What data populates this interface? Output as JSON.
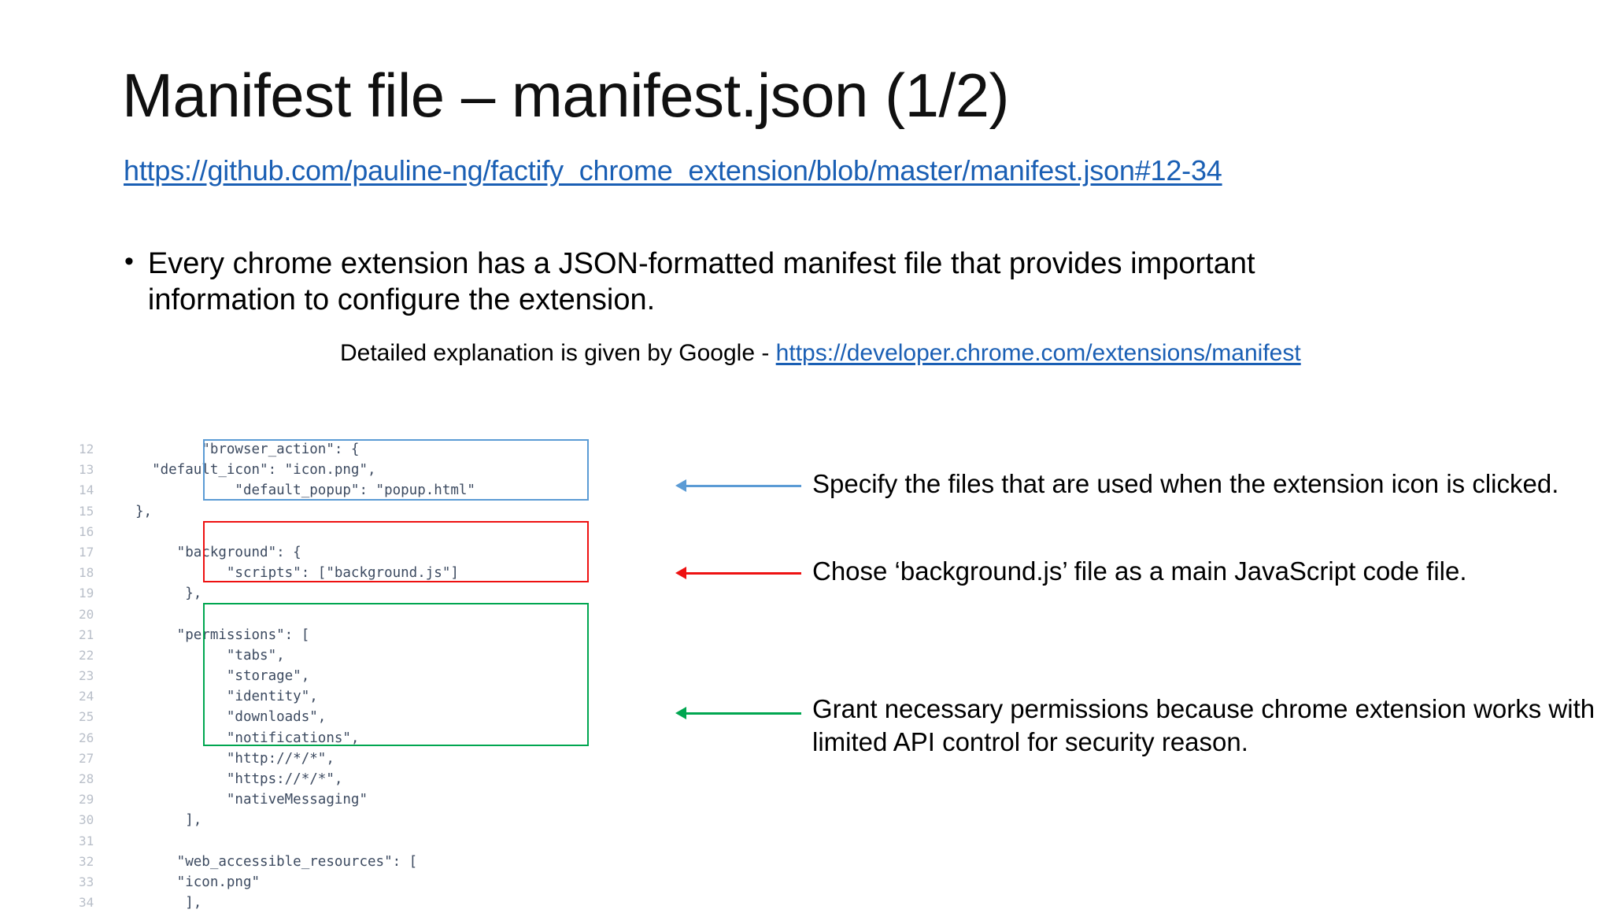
{
  "slide": {
    "title": "Manifest file – manifest.json (1/2)",
    "title_link": "https://github.com/pauline-ng/factify_chrome_extension/blob/master/manifest.json#12-34",
    "bullet_marker": "•",
    "bullet_text": "Every chrome extension has a JSON-formatted manifest file that provides important information to configure the extension.",
    "subnote_prefix": "Detailed explanation is given by Google - ",
    "subnote_link": "https://developer.chrome.com/extensions/manifest"
  },
  "code": {
    "lines": [
      {
        "number": "12",
        "text": "        \"browser_action\": {"
      },
      {
        "number": "13",
        "text": "  \"default_icon\": \"icon.png\","
      },
      {
        "number": "14",
        "text": "            \"default_popup\": \"popup.html\""
      },
      {
        "number": "15",
        "text": "},"
      },
      {
        "number": "16",
        "text": ""
      },
      {
        "number": "17",
        "text": "     \"background\": {"
      },
      {
        "number": "18",
        "text": "           \"scripts\": [\"background.js\"]"
      },
      {
        "number": "19",
        "text": "      },"
      },
      {
        "number": "20",
        "text": ""
      },
      {
        "number": "21",
        "text": "     \"permissions\": ["
      },
      {
        "number": "22",
        "text": "           \"tabs\","
      },
      {
        "number": "23",
        "text": "           \"storage\","
      },
      {
        "number": "24",
        "text": "           \"identity\","
      },
      {
        "number": "25",
        "text": "           \"downloads\","
      },
      {
        "number": "26",
        "text": "           \"notifications\","
      },
      {
        "number": "27",
        "text": "           \"http://*/*\","
      },
      {
        "number": "28",
        "text": "           \"https://*/*\","
      },
      {
        "number": "29",
        "text": "           \"nativeMessaging\""
      },
      {
        "number": "30",
        "text": "      ],"
      },
      {
        "number": "31",
        "text": ""
      },
      {
        "number": "32",
        "text": "     \"web_accessible_resources\": ["
      },
      {
        "number": "33",
        "text": "     \"icon.png\""
      },
      {
        "number": "34",
        "text": "      ],"
      }
    ]
  },
  "highlights": [
    {
      "name": "browser_action",
      "color": "#5b9bd5"
    },
    {
      "name": "background",
      "color": "#ee1111"
    },
    {
      "name": "permissions",
      "color": "#00a650"
    }
  ],
  "annotations": [
    {
      "text": "Specify the files that are used when the extension icon is clicked.",
      "arrow_color": "#5b9bd5"
    },
    {
      "text": "Chose ‘background.js’ file as a main JavaScript code file.",
      "arrow_color": "#ee1111"
    },
    {
      "text": "Grant necessary permissions because chrome extension works with limited API control for security reason.",
      "arrow_color": "#00a650"
    }
  ],
  "colors": {
    "link": "#1a5fb4",
    "code_text": "#3c4a60",
    "line_number": "#b9bfc9"
  }
}
